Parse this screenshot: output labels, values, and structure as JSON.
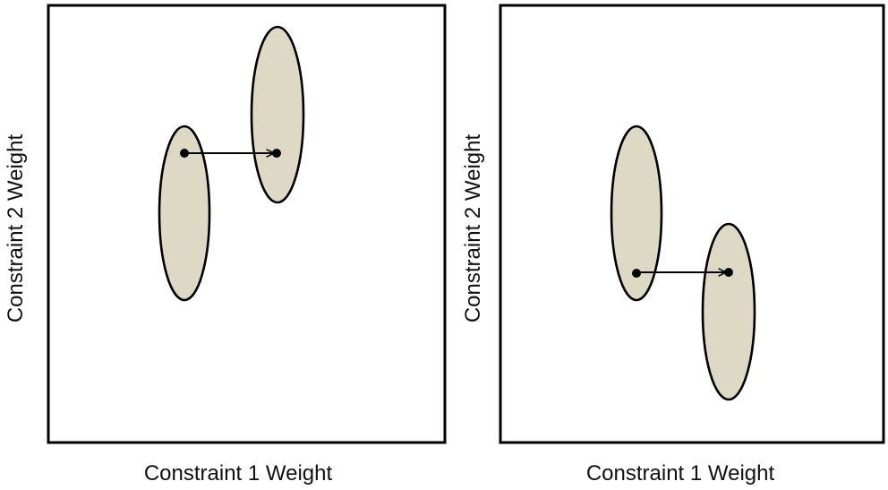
{
  "colors": {
    "region_fill": "#ddd9c4",
    "stroke": "#000000",
    "background": "#ffffff"
  },
  "panels": [
    {
      "xlabel": "Constraint 1 Weight",
      "ylabel": "Constraint 2 Weight"
    },
    {
      "xlabel": "Constraint 1 Weight",
      "ylabel": "Constraint 2 Weight"
    }
  ]
}
